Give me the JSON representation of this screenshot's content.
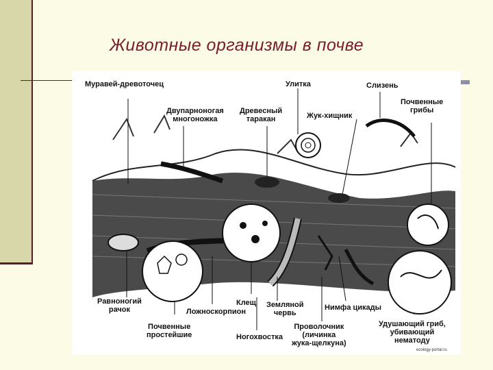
{
  "slide": {
    "title": "Животные организмы в почве",
    "credit": "ecology-portal.ru"
  },
  "labels": {
    "ant": "Муравей-древоточец",
    "snail": "Улитка",
    "slug": "Слизень",
    "soil_fungi_1": "Почвенные",
    "soil_fungi_2": "грибы",
    "millipede_1": "Двупарноногая",
    "millipede_2": "многоножка",
    "cockroach_1": "Древесный",
    "cockroach_2": "таракан",
    "predator_beetle": "Жук-хищник",
    "isopod_1": "Равноногий",
    "isopod_2": "рачок",
    "pseudoscorpion": "Ложноскорпион",
    "protozoa_1": "Почвенные",
    "protozoa_2": "простейшие",
    "tick": "Клещ",
    "earthworm_1": "Земляной",
    "earthworm_2": "червь",
    "springtail": "Ногохвостка",
    "wireworm_1": "Проволочник",
    "wireworm_2": "(личинка",
    "wireworm_3": "жука-щелкуна)",
    "cicada_nymph": "Нимфа цикады",
    "fungus_1": "Удушающий гриб,",
    "fungus_2": "убивающий",
    "fungus_3": "нематоду"
  },
  "colors": {
    "title": "#7a1c2c",
    "background": "#fbfbe6",
    "left_bar": "#d8d7a9",
    "accent_line": "#5a1a2a"
  }
}
